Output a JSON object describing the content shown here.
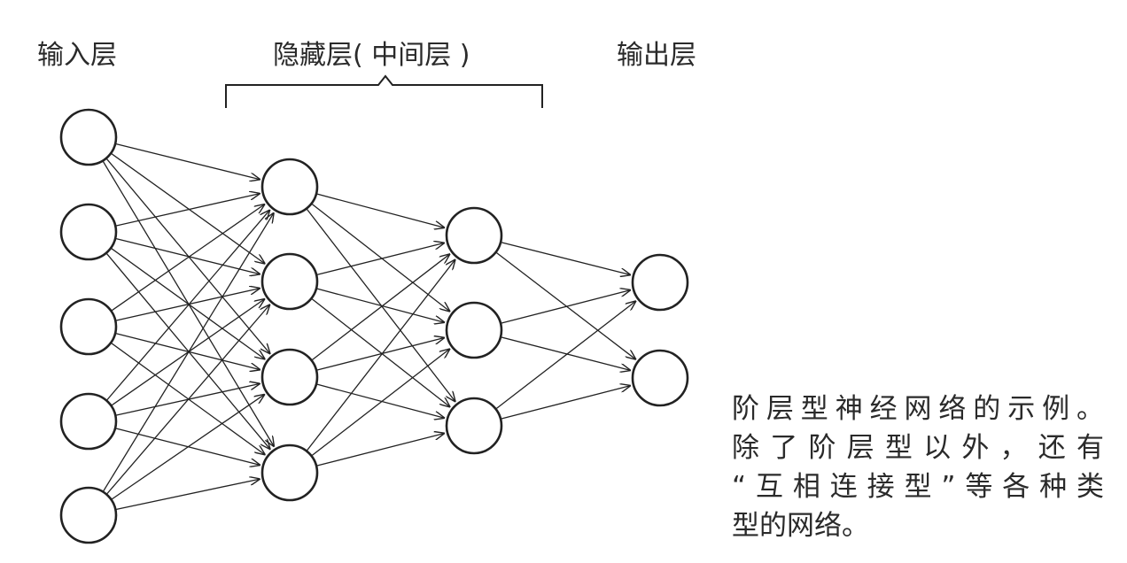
{
  "labels": {
    "input_layer": "输入层",
    "hidden_layer": "隐藏层( 中间层 )",
    "output_layer": "输出层"
  },
  "caption": {
    "lines": [
      "阶层型神经网络的示例。",
      "除了阶层型以外，还有",
      "“互相连接型”等各种类",
      "型的网络。"
    ]
  },
  "network": {
    "layers": [
      {
        "name": "input",
        "neurons": 5
      },
      {
        "name": "hidden-1",
        "neurons": 4
      },
      {
        "name": "hidden-2",
        "neurons": 3
      },
      {
        "name": "output",
        "neurons": 2
      }
    ],
    "connections": "fully-connected, directed left-to-right with arrowheads"
  },
  "colors": {
    "stroke": "#222222",
    "text": "#2a2a2a",
    "background": "#ffffff"
  }
}
